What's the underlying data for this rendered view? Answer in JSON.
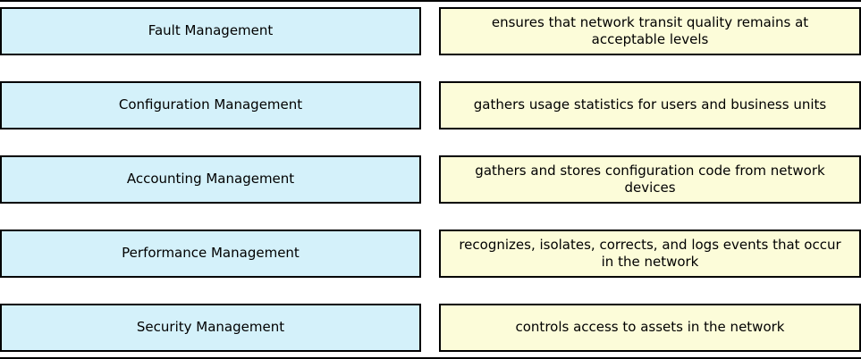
{
  "matching": {
    "terms": [
      {
        "label": "Fault Management"
      },
      {
        "label": "Configuration Management"
      },
      {
        "label": "Accounting Management"
      },
      {
        "label": "Performance Management"
      },
      {
        "label": "Security Management"
      }
    ],
    "definitions": [
      {
        "text": "ensures that network transit quality remains at acceptable levels"
      },
      {
        "text": "gathers usage statistics for users and business units"
      },
      {
        "text": "gathers and stores configuration code from network devices"
      },
      {
        "text": "recognizes, isolates, corrects, and logs events that occur in the network"
      },
      {
        "text": "controls access to assets in the network"
      }
    ],
    "colors": {
      "term_bg": "#d4f1fa",
      "definition_bg": "#fcfcd9",
      "border": "#000000"
    }
  }
}
